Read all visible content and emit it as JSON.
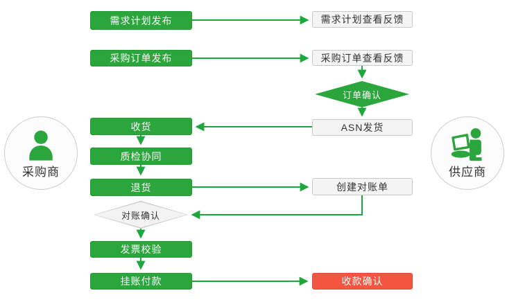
{
  "diagram": {
    "actors": {
      "buyer": {
        "label": "采购商"
      },
      "supplier": {
        "label": "供应商"
      }
    },
    "nodes": {
      "demand_plan_publish": {
        "label": "需求计划发布",
        "type": "green"
      },
      "demand_plan_feedback": {
        "label": "需求计划查看反馈",
        "type": "gray"
      },
      "po_publish": {
        "label": "采购订单发布",
        "type": "green"
      },
      "po_feedback": {
        "label": "采购订单查看反馈",
        "type": "gray"
      },
      "order_confirm": {
        "label": "订单确认",
        "type": "green-diamond"
      },
      "asn_ship": {
        "label": "ASN发货",
        "type": "gray"
      },
      "receive": {
        "label": "收货",
        "type": "green"
      },
      "quality_check": {
        "label": "质检协同",
        "type": "green"
      },
      "return_goods": {
        "label": "退货",
        "type": "green"
      },
      "create_statement": {
        "label": "创建对账单",
        "type": "gray"
      },
      "statement_confirm": {
        "label": "对账确认",
        "type": "gray-diamond"
      },
      "invoice_check": {
        "label": "发票校验",
        "type": "green"
      },
      "pending_payment": {
        "label": "挂账付款",
        "type": "green"
      },
      "receipt_confirm": {
        "label": "收款确认",
        "type": "red"
      }
    },
    "colors": {
      "process_green": "#2AA63C",
      "arrow_green": "#1CA83C",
      "gray_fill": "#F4F4F4",
      "gray_border": "#C9C9C9",
      "final_red": "#F25540",
      "text_dark": "#333333",
      "text_light": "#FFFFFF"
    }
  }
}
